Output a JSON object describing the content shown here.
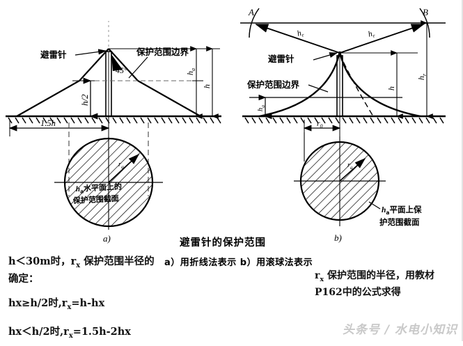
{
  "figure": {
    "caption_title": "避雷针的保护范围",
    "caption_sub": "a）用折线法表示   b）用滚球法表示",
    "panel_a_label": "a)",
    "panel_b_label": "b)"
  },
  "panel_a": {
    "label_rod": "避雷针",
    "label_boundary": "保护范围边界",
    "angle": "45°",
    "dim_ha": "h",
    "dim_ha_sub": "a",
    "dim_h": "h",
    "dim_half_h": "h/2",
    "dim_1_5h": "1.5h",
    "circle_radius_label": "r",
    "circle_radius_sub": "a",
    "circle_caption_line1": "h",
    "circle_caption_line1_sub": "a",
    "circle_caption_line1_rest": "水平面上的",
    "circle_caption_line2": "保护范围截面"
  },
  "panel_b": {
    "point_a": "A",
    "point_b": "B",
    "label_rod": "避雷针",
    "label_boundary": "保护范围边界",
    "dim_hr_left": "h",
    "dim_hr_left_sub": "r",
    "dim_hr_right": "h",
    "dim_hr_right_sub": "r",
    "dim_hr_vert": "h",
    "dim_hr_vert_sub": "r",
    "dim_h": "h",
    "dim_ha": "h",
    "dim_ha_sub": "a",
    "dim_r0": "r",
    "dim_r0_sub": "0",
    "circle_radius_label": "r",
    "circle_radius_sub": "a",
    "circle_caption_line1": "h",
    "circle_caption_line1_sub": "a",
    "circle_caption_line1_rest": "平面上保",
    "circle_caption_line2": "护范围截面"
  },
  "notes": {
    "left_line1": "h＜30m时，r",
    "left_line1_sub": "x",
    "left_line1_rest": " 保护范围半",
    "left_line2": "径的确定：",
    "left_line3": "hx≥h/2时,r",
    "left_line3_sub": "x",
    "left_line3_rest": "=h-hx",
    "left_line4": "hx＜h/2时,r",
    "left_line4_sub": "x",
    "left_line4_rest": "=1.5h-2hx",
    "right_line1_pre": "r",
    "right_line1_sub": "x",
    "right_line1": " 保护范围的半径，用教",
    "right_line2": "材P162中的公式求得"
  },
  "watermark": {
    "text": "头条号 / 水电小知识"
  },
  "colors": {
    "ink": "#000000",
    "watermark": "#c9c9c9"
  }
}
